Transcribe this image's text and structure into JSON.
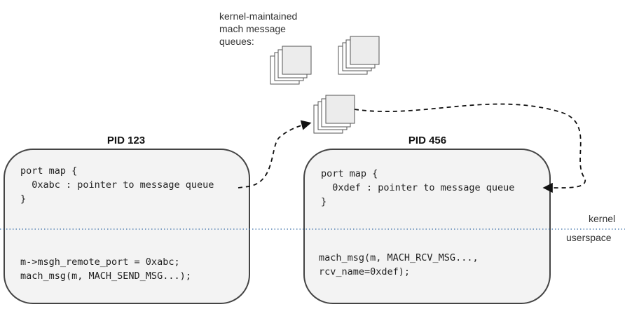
{
  "queues_label": "kernel-maintained\nmach message\nqueues:",
  "layers": {
    "kernel": "kernel",
    "userspace": "userspace"
  },
  "processes": [
    {
      "title": "PID 123",
      "port_map": "port map {\n  0xabc : pointer to message queue\n}",
      "user_code": "m->msgh_remote_port = 0xabc;\nmach_msg(m, MACH_SEND_MSG...);"
    },
    {
      "title": "PID 456",
      "port_map": "port map {\n  0xdef : pointer to message queue\n}",
      "user_code": "mach_msg(m, MACH_RCV_MSG...,\nrcv_name=0xdef);"
    }
  ],
  "colors": {
    "boundary": "#3a6fa8",
    "box_fill": "#f3f3f3",
    "queue_fill": "#ececec"
  }
}
